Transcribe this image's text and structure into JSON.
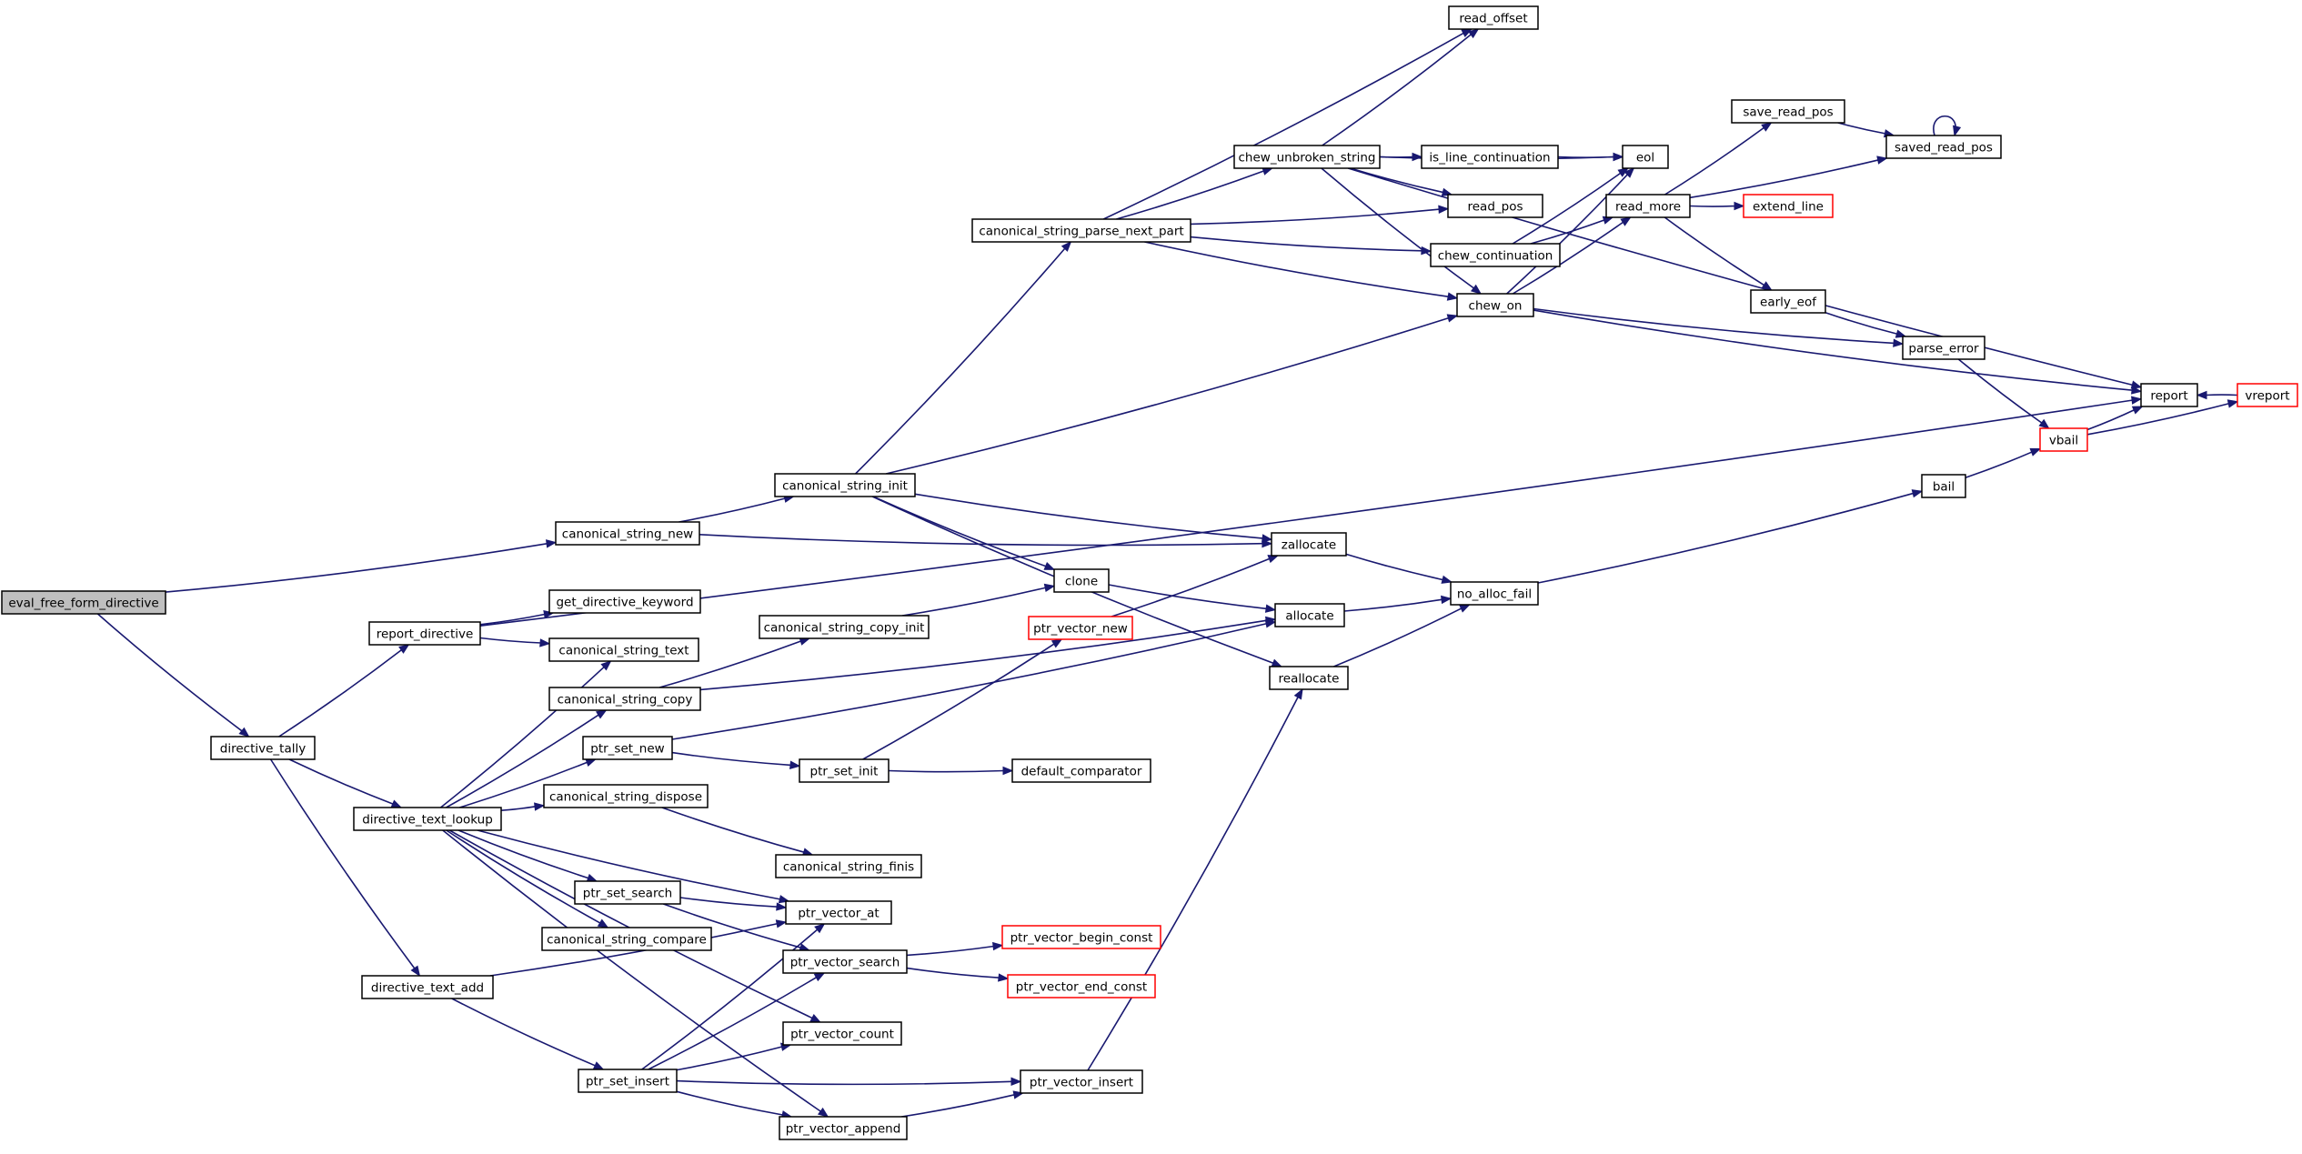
{
  "diagram": {
    "colors": {
      "edge": "#191970",
      "node_border": "#000000",
      "truncated_border": "#ff0000",
      "root_fill": "#bfbfbf"
    },
    "nodes": [
      {
        "id": "eval_free_form_directive",
        "label": "eval_free_form_directive",
        "style": "root"
      },
      {
        "id": "directive_tally",
        "label": "directive_tally"
      },
      {
        "id": "canonical_string_new",
        "label": "canonical_string_new"
      },
      {
        "id": "report_directive",
        "label": "report_directive"
      },
      {
        "id": "directive_text_lookup",
        "label": "directive_text_lookup"
      },
      {
        "id": "directive_text_add",
        "label": "directive_text_add"
      },
      {
        "id": "canonical_string_init",
        "label": "canonical_string_init"
      },
      {
        "id": "get_directive_keyword",
        "label": "get_directive_keyword"
      },
      {
        "id": "canonical_string_text",
        "label": "canonical_string_text"
      },
      {
        "id": "canonical_string_copy",
        "label": "canonical_string_copy"
      },
      {
        "id": "ptr_set_new",
        "label": "ptr_set_new"
      },
      {
        "id": "canonical_string_dispose",
        "label": "canonical_string_dispose"
      },
      {
        "id": "ptr_set_search",
        "label": "ptr_set_search"
      },
      {
        "id": "canonical_string_compare",
        "label": "canonical_string_compare"
      },
      {
        "id": "ptr_set_insert",
        "label": "ptr_set_insert"
      },
      {
        "id": "canonical_string_parse_next_part",
        "label": "canonical_string_parse_next_part"
      },
      {
        "id": "canonical_string_copy_init",
        "label": "canonical_string_copy_init"
      },
      {
        "id": "ptr_set_init",
        "label": "ptr_set_init"
      },
      {
        "id": "canonical_string_finis",
        "label": "canonical_string_finis"
      },
      {
        "id": "ptr_vector_at",
        "label": "ptr_vector_at"
      },
      {
        "id": "ptr_vector_search",
        "label": "ptr_vector_search"
      },
      {
        "id": "ptr_vector_count",
        "label": "ptr_vector_count"
      },
      {
        "id": "ptr_vector_append",
        "label": "ptr_vector_append"
      },
      {
        "id": "ptr_vector_new",
        "label": "ptr_vector_new",
        "style": "truncated"
      },
      {
        "id": "default_comparator",
        "label": "default_comparator"
      },
      {
        "id": "ptr_vector_begin_const",
        "label": "ptr_vector_begin_const",
        "style": "truncated"
      },
      {
        "id": "ptr_vector_end_const",
        "label": "ptr_vector_end_const",
        "style": "truncated"
      },
      {
        "id": "ptr_vector_insert",
        "label": "ptr_vector_insert"
      },
      {
        "id": "clone",
        "label": "clone"
      },
      {
        "id": "zallocate",
        "label": "zallocate"
      },
      {
        "id": "allocate",
        "label": "allocate"
      },
      {
        "id": "reallocate",
        "label": "reallocate"
      },
      {
        "id": "chew_unbroken_string",
        "label": "chew_unbroken_string"
      },
      {
        "id": "chew_continuation",
        "label": "chew_continuation"
      },
      {
        "id": "chew_on",
        "label": "chew_on"
      },
      {
        "id": "read_offset",
        "label": "read_offset"
      },
      {
        "id": "is_line_continuation",
        "label": "is_line_continuation"
      },
      {
        "id": "read_pos",
        "label": "read_pos"
      },
      {
        "id": "eol",
        "label": "eol"
      },
      {
        "id": "read_more",
        "label": "read_more"
      },
      {
        "id": "no_alloc_fail",
        "label": "no_alloc_fail"
      },
      {
        "id": "save_read_pos",
        "label": "save_read_pos"
      },
      {
        "id": "extend_line",
        "label": "extend_line",
        "style": "truncated"
      },
      {
        "id": "early_eof",
        "label": "early_eof"
      },
      {
        "id": "saved_read_pos",
        "label": "saved_read_pos"
      },
      {
        "id": "parse_error",
        "label": "parse_error"
      },
      {
        "id": "bail",
        "label": "bail"
      },
      {
        "id": "report",
        "label": "report"
      },
      {
        "id": "vbail",
        "label": "vbail",
        "style": "truncated"
      },
      {
        "id": "vreport",
        "label": "vreport",
        "style": "truncated"
      }
    ],
    "edges": [
      [
        "eval_free_form_directive",
        "canonical_string_new"
      ],
      [
        "eval_free_form_directive",
        "directive_tally"
      ],
      [
        "directive_tally",
        "report_directive"
      ],
      [
        "directive_tally",
        "directive_text_lookup"
      ],
      [
        "directive_tally",
        "directive_text_add"
      ],
      [
        "canonical_string_new",
        "canonical_string_init"
      ],
      [
        "canonical_string_new",
        "zallocate"
      ],
      [
        "report_directive",
        "report"
      ],
      [
        "report_directive",
        "get_directive_keyword"
      ],
      [
        "report_directive",
        "canonical_string_text"
      ],
      [
        "directive_text_lookup",
        "canonical_string_text"
      ],
      [
        "directive_text_lookup",
        "canonical_string_copy"
      ],
      [
        "directive_text_lookup",
        "ptr_set_new"
      ],
      [
        "directive_text_lookup",
        "canonical_string_dispose"
      ],
      [
        "directive_text_lookup",
        "ptr_set_search"
      ],
      [
        "directive_text_lookup",
        "canonical_string_compare"
      ],
      [
        "directive_text_lookup",
        "ptr_vector_at"
      ],
      [
        "directive_text_lookup",
        "ptr_vector_count"
      ],
      [
        "directive_text_lookup",
        "ptr_vector_append"
      ],
      [
        "directive_text_add",
        "ptr_vector_at"
      ],
      [
        "directive_text_add",
        "ptr_set_insert"
      ],
      [
        "canonical_string_init",
        "canonical_string_parse_next_part"
      ],
      [
        "canonical_string_init",
        "chew_on"
      ],
      [
        "canonical_string_init",
        "zallocate"
      ],
      [
        "canonical_string_init",
        "clone"
      ],
      [
        "canonical_string_init",
        "reallocate"
      ],
      [
        "canonical_string_copy",
        "canonical_string_copy_init"
      ],
      [
        "canonical_string_copy",
        "allocate"
      ],
      [
        "canonical_string_copy_init",
        "clone"
      ],
      [
        "ptr_set_new",
        "ptr_set_init"
      ],
      [
        "ptr_set_new",
        "allocate"
      ],
      [
        "ptr_set_init",
        "ptr_vector_new"
      ],
      [
        "ptr_set_init",
        "default_comparator"
      ],
      [
        "canonical_string_dispose",
        "canonical_string_finis"
      ],
      [
        "ptr_set_search",
        "ptr_vector_at"
      ],
      [
        "ptr_set_search",
        "ptr_vector_search"
      ],
      [
        "ptr_set_insert",
        "ptr_vector_at"
      ],
      [
        "ptr_set_insert",
        "ptr_vector_search"
      ],
      [
        "ptr_set_insert",
        "ptr_vector_count"
      ],
      [
        "ptr_set_insert",
        "ptr_vector_insert"
      ],
      [
        "ptr_set_insert",
        "ptr_vector_append"
      ],
      [
        "ptr_vector_search",
        "ptr_vector_begin_const"
      ],
      [
        "ptr_vector_search",
        "ptr_vector_end_const"
      ],
      [
        "ptr_vector_append",
        "ptr_vector_insert"
      ],
      [
        "ptr_vector_insert",
        "reallocate"
      ],
      [
        "ptr_vector_new",
        "zallocate"
      ],
      [
        "clone",
        "allocate"
      ],
      [
        "zallocate",
        "no_alloc_fail"
      ],
      [
        "allocate",
        "no_alloc_fail"
      ],
      [
        "reallocate",
        "no_alloc_fail"
      ],
      [
        "no_alloc_fail",
        "bail"
      ],
      [
        "bail",
        "vbail"
      ],
      [
        "canonical_string_parse_next_part",
        "read_offset"
      ],
      [
        "canonical_string_parse_next_part",
        "chew_unbroken_string"
      ],
      [
        "canonical_string_parse_next_part",
        "read_pos"
      ],
      [
        "canonical_string_parse_next_part",
        "chew_continuation"
      ],
      [
        "canonical_string_parse_next_part",
        "chew_on"
      ],
      [
        "chew_unbroken_string",
        "read_offset"
      ],
      [
        "chew_unbroken_string",
        "report"
      ],
      [
        "chew_unbroken_string",
        "eol"
      ],
      [
        "chew_unbroken_string",
        "is_line_continuation"
      ],
      [
        "chew_unbroken_string",
        "read_pos"
      ],
      [
        "chew_unbroken_string",
        "chew_on"
      ],
      [
        "is_line_continuation",
        "eol"
      ],
      [
        "chew_continuation",
        "eol"
      ],
      [
        "chew_continuation",
        "read_more"
      ],
      [
        "chew_on",
        "eol"
      ],
      [
        "chew_on",
        "read_more"
      ],
      [
        "chew_on",
        "report"
      ],
      [
        "chew_on",
        "parse_error"
      ],
      [
        "read_more",
        "save_read_pos"
      ],
      [
        "read_more",
        "saved_read_pos"
      ],
      [
        "read_more",
        "extend_line"
      ],
      [
        "read_more",
        "early_eof"
      ],
      [
        "save_read_pos",
        "saved_read_pos"
      ],
      [
        "saved_read_pos",
        "saved_read_pos"
      ],
      [
        "early_eof",
        "parse_error"
      ],
      [
        "parse_error",
        "vbail"
      ],
      [
        "vbail",
        "report"
      ],
      [
        "vbail",
        "vreport"
      ],
      [
        "vreport",
        "report"
      ]
    ]
  }
}
